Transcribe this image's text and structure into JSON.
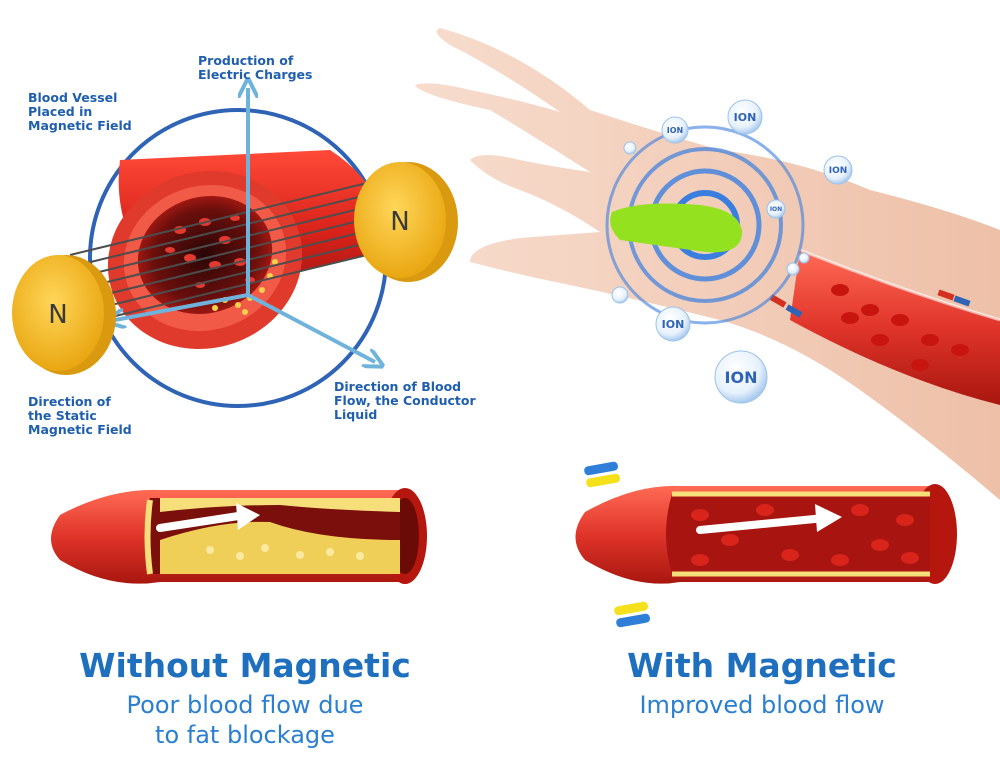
{
  "diagram": {
    "labels": {
      "blood_vessel": [
        "Blood Vessel",
        "Placed in",
        "Magnetic Field"
      ],
      "production": [
        "Production of",
        "Electric Charges"
      ],
      "static_field": [
        "Direction of",
        "the Static",
        "Magnetic Field"
      ],
      "blood_flow": [
        "Direction of Blood",
        "Flow, the Conductor",
        "Liquid"
      ]
    },
    "magnet_left_label": "N",
    "magnet_right_label": "N"
  },
  "ions": {
    "label": "ION"
  },
  "without": {
    "title": "Without Magnetic",
    "subtitle": [
      "Poor blood flow due",
      "to fat blockage"
    ]
  },
  "with": {
    "title": "With Magnetic",
    "subtitle": [
      "Improved blood flow"
    ]
  },
  "colors": {
    "text_blue": "#1f5fae",
    "vessel_red": "#d7261e",
    "magnet_gold": "#f2b81c",
    "ion_ring": "#3a7fe0",
    "fat_yellow": "#f3d35a"
  }
}
